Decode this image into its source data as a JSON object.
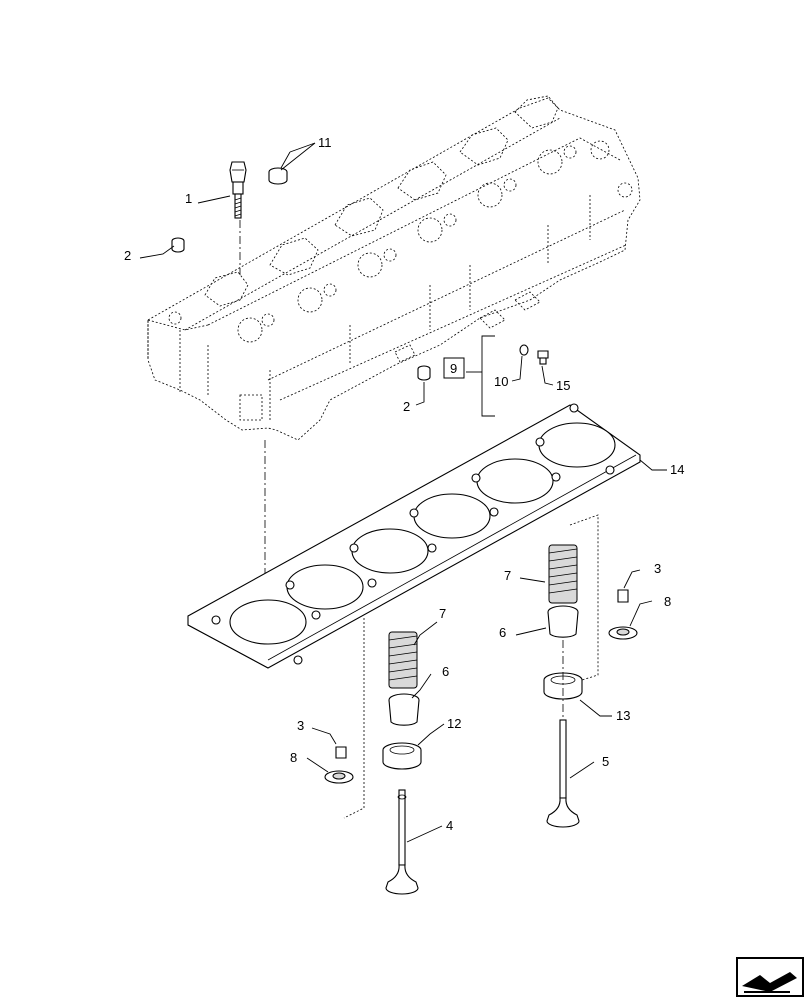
{
  "callouts": [
    {
      "id": "c1",
      "text": "1"
    },
    {
      "id": "c2a",
      "text": "2"
    },
    {
      "id": "c2b",
      "text": "2"
    },
    {
      "id": "c3a",
      "text": "3"
    },
    {
      "id": "c3b",
      "text": "3"
    },
    {
      "id": "c4",
      "text": "4"
    },
    {
      "id": "c5",
      "text": "5"
    },
    {
      "id": "c6a",
      "text": "6"
    },
    {
      "id": "c6b",
      "text": "6"
    },
    {
      "id": "c7a",
      "text": "7"
    },
    {
      "id": "c7b",
      "text": "7"
    },
    {
      "id": "c8a",
      "text": "8"
    },
    {
      "id": "c8b",
      "text": "8"
    },
    {
      "id": "c9",
      "text": "9"
    },
    {
      "id": "c10",
      "text": "10"
    },
    {
      "id": "c11",
      "text": "11"
    },
    {
      "id": "c12",
      "text": "12"
    },
    {
      "id": "c13",
      "text": "13"
    },
    {
      "id": "c14",
      "text": "14"
    },
    {
      "id": "c15",
      "text": "15"
    }
  ],
  "parts": {
    "cylinder_head": "cylinder-head",
    "head_gasket": "head-gasket",
    "valve_springs": "valve-spring",
    "valves": "valve",
    "nav_icon": "next-page-arrow-icon"
  }
}
